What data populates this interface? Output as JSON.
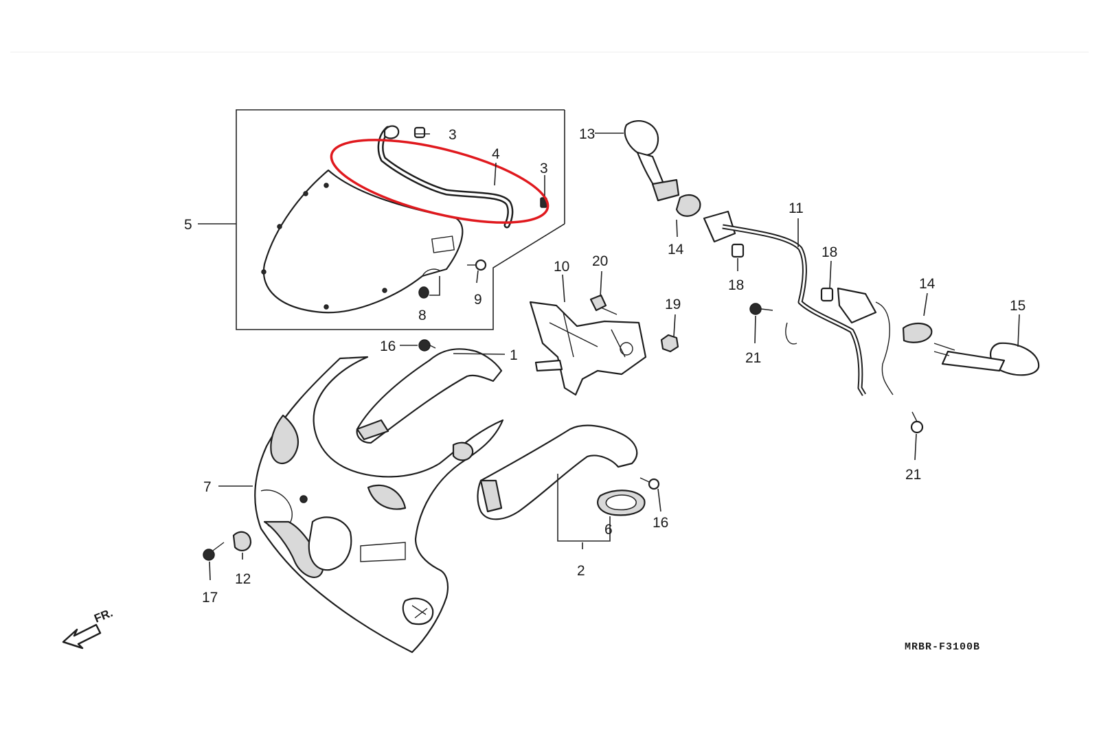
{
  "diagram": {
    "drawing_code": "MRBR-F3100B",
    "direction_label": "FR.",
    "callouts": [
      {
        "id": "c1",
        "text": "1"
      },
      {
        "id": "c2",
        "text": "2"
      },
      {
        "id": "c3a",
        "text": "3"
      },
      {
        "id": "c3b",
        "text": "3"
      },
      {
        "id": "c4",
        "text": "4"
      },
      {
        "id": "c5",
        "text": "5"
      },
      {
        "id": "c6",
        "text": "6"
      },
      {
        "id": "c7",
        "text": "7"
      },
      {
        "id": "c8",
        "text": "8"
      },
      {
        "id": "c9",
        "text": "9"
      },
      {
        "id": "c10",
        "text": "10"
      },
      {
        "id": "c11",
        "text": "11"
      },
      {
        "id": "c12",
        "text": "12"
      },
      {
        "id": "c13",
        "text": "13"
      },
      {
        "id": "c14a",
        "text": "14"
      },
      {
        "id": "c14b",
        "text": "14"
      },
      {
        "id": "c15",
        "text": "15"
      },
      {
        "id": "c16a",
        "text": "16"
      },
      {
        "id": "c16b",
        "text": "16"
      },
      {
        "id": "c17",
        "text": "17"
      },
      {
        "id": "c18a",
        "text": "18"
      },
      {
        "id": "c18b",
        "text": "18"
      },
      {
        "id": "c19",
        "text": "19"
      },
      {
        "id": "c20",
        "text": "20"
      },
      {
        "id": "c21a",
        "text": "21"
      },
      {
        "id": "c21b",
        "text": "21"
      }
    ],
    "highlight": {
      "color": "#e0191e",
      "target_callout": "4"
    },
    "colors": {
      "line": "#1e1e1e",
      "background": "#ffffff"
    }
  }
}
